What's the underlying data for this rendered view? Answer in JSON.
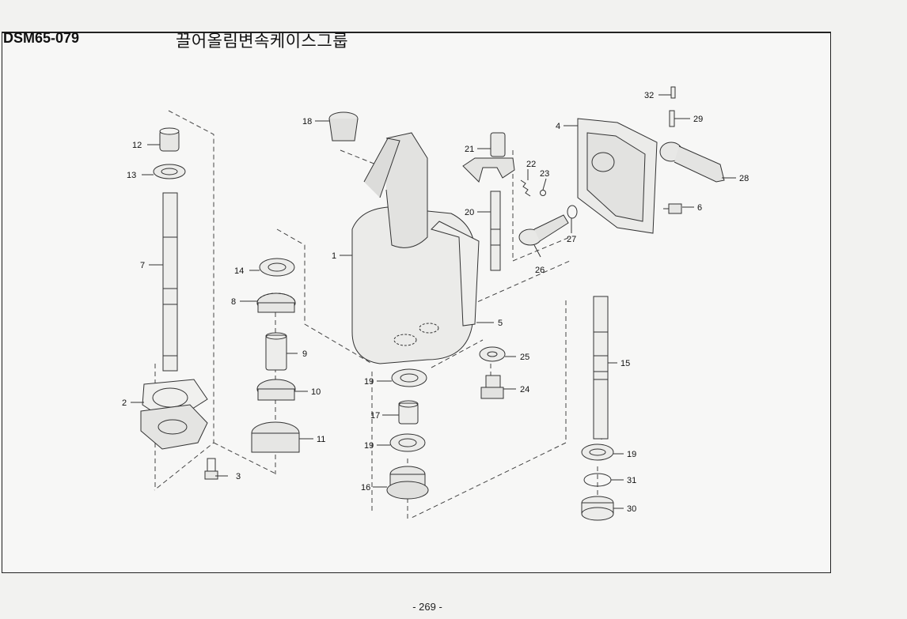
{
  "header": {
    "part_code": "DSM65-079",
    "title": "끌어올림변속케이스그룹"
  },
  "footer": {
    "page_number": "- 269 -"
  },
  "callouts": [
    "1",
    "2",
    "3",
    "4",
    "5",
    "6",
    "7",
    "8",
    "9",
    "10",
    "11",
    "12",
    "13",
    "14",
    "15",
    "16",
    "17",
    "18",
    "19",
    "19",
    "19",
    "19",
    "20",
    "21",
    "22",
    "23",
    "24",
    "25",
    "26",
    "27",
    "28",
    "29",
    "30",
    "31",
    "32"
  ]
}
